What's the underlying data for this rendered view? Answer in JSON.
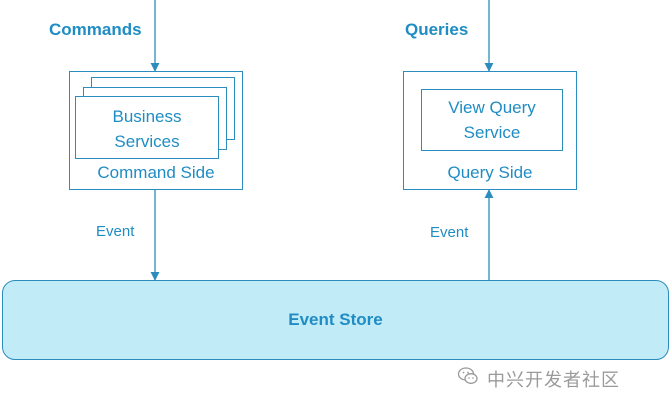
{
  "labels": {
    "commands": "Commands",
    "queries": "Queries",
    "event_left": "Event",
    "event_right": "Event"
  },
  "command_box": {
    "inner_line1": "Business",
    "inner_line2": "Services",
    "caption": "Command Side"
  },
  "query_box": {
    "inner_line1": "View Query",
    "inner_line2": "Service",
    "caption": "Query Side"
  },
  "event_store": {
    "label": "Event Store"
  },
  "watermark": {
    "text": "中兴开发者社区",
    "icon": "wechat-icon"
  },
  "colors": {
    "accent": "#1f8dc3",
    "line": "#2a8dbd",
    "store_fill": "#c2ebf8",
    "watermark": "#9a9a9a"
  }
}
